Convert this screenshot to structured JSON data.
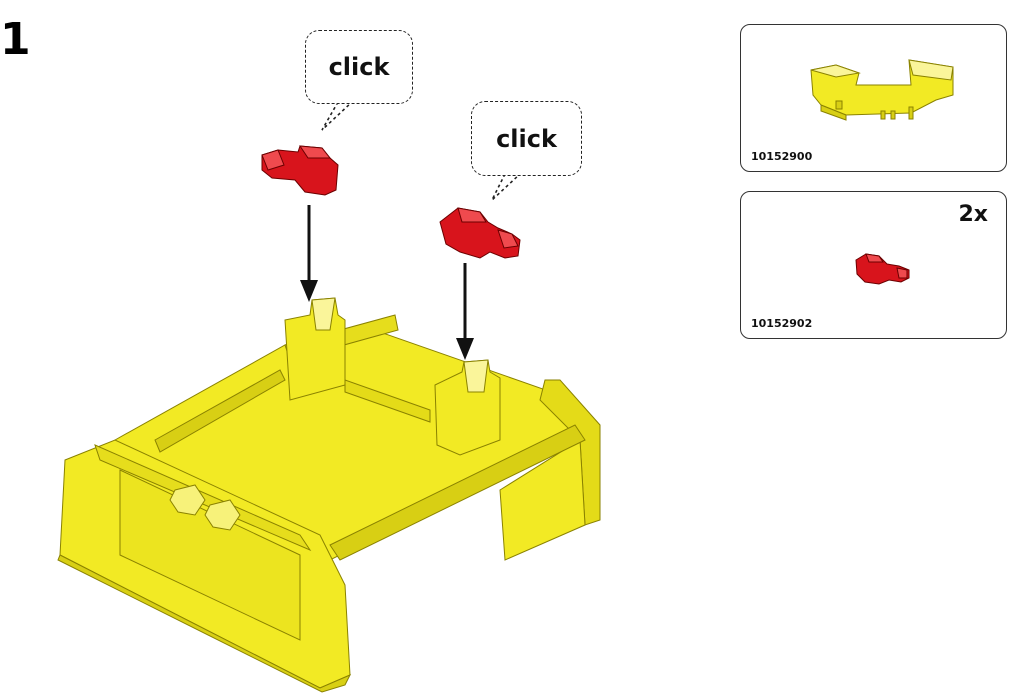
{
  "step": {
    "number": "1"
  },
  "callouts": [
    {
      "text": "click"
    },
    {
      "text": "click"
    }
  ],
  "parts": [
    {
      "code": "10152900",
      "quantity": "",
      "icon": "yellow-frame-part-icon"
    },
    {
      "code": "10152902",
      "quantity": "2x",
      "icon": "red-connector-part-icon"
    }
  ],
  "colors": {
    "frame_yellow": "#f2ea24",
    "frame_shadow": "#d8cf14",
    "connector_red": "#d8141c",
    "arrow": "#111111"
  }
}
